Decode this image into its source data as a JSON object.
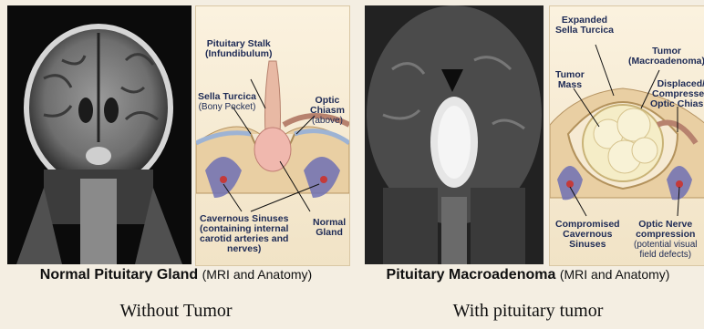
{
  "normal": {
    "caption_bold": "Normal Pituitary Gland",
    "caption_sub": "(MRI and Anatomy)",
    "footer": "Without Tumor",
    "labels": {
      "stalk": "Pituitary Stalk",
      "stalk_sub": "(Infundibulum)",
      "sella": "Sella Turcica",
      "sella_sub": "(Bony Pocket)",
      "optic": "Optic",
      "optic2": "Chiasm",
      "optic_sub": "(above)",
      "cav1": "Cavernous Sinuses",
      "cav2": "(containing internal",
      "cav3": "carotid arteries and",
      "cav4": "nerves)",
      "gland1": "Normal",
      "gland2": "Gland"
    }
  },
  "tumor": {
    "caption_bold": "Pituitary Macroadenoma",
    "caption_sub": "(MRI and Anatomy)",
    "footer": "With pituitary tumor",
    "labels": {
      "expanded1": "Expanded",
      "expanded2": "Sella Turcica",
      "tumor1": "Tumor",
      "tumor2": "(Macroadenoma)",
      "mass1": "Tumor",
      "mass2": "Mass",
      "disp1": "Displaced/",
      "disp2": "Compressed",
      "disp3": "Optic Chiasm",
      "comp1": "Compromised",
      "comp2": "Cavernous",
      "comp3": "Sinuses",
      "nerve1": "Optic Nerve",
      "nerve2": "compression",
      "nerve3": "(potential visual",
      "nerve4": "field defects)"
    }
  }
}
